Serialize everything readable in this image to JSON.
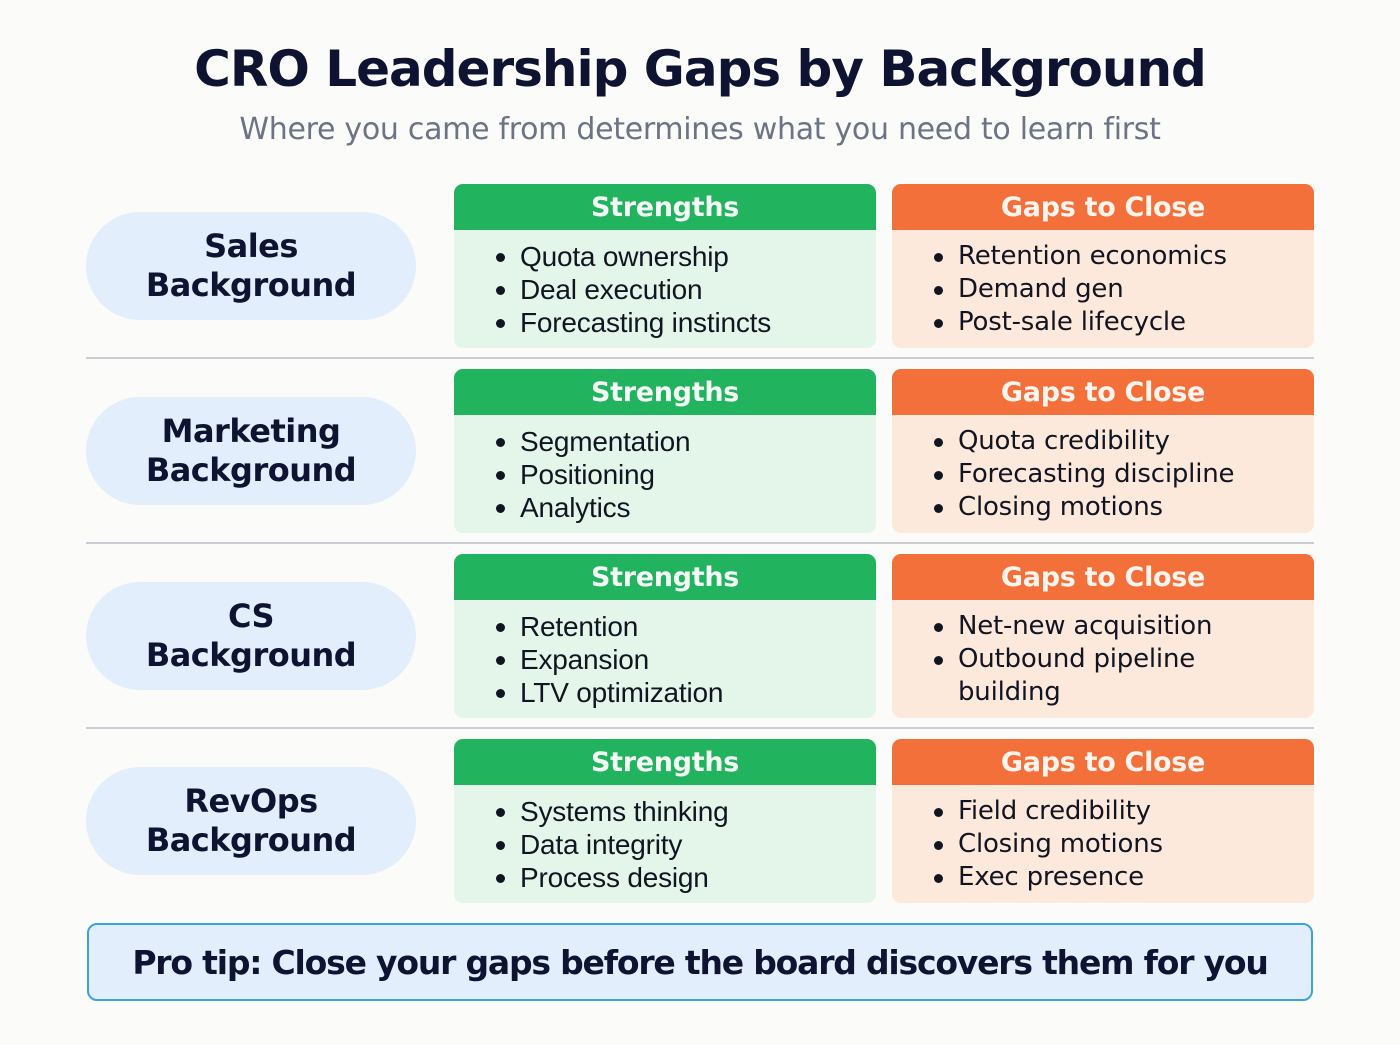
{
  "header": {
    "title": "CRO Leadership Gaps by Background",
    "subtitle": "Where you came from determines what you need to learn first"
  },
  "colors": {
    "strengths_header": "#22b35e",
    "strengths_body": "#e3f6e9",
    "gaps_header": "#f4703a",
    "gaps_body": "#fde9dc",
    "pill": "#e2eefc",
    "tip_border": "#3aa3e0",
    "divider": "#c9ccd2"
  },
  "rows": [
    {
      "label": "Sales\nBackground",
      "strengths": {
        "heading": "Strengths",
        "items": [
          "Quota ownership",
          "Deal execution",
          "Forecasting instincts"
        ]
      },
      "gaps": {
        "heading": "Gaps to Close",
        "items": [
          "Retention economics",
          "Demand gen",
          "Post-sale lifecycle"
        ]
      }
    },
    {
      "label": "Marketing\nBackground",
      "strengths": {
        "heading": "Strengths",
        "items": [
          "Segmentation",
          "Positioning",
          "Analytics"
        ]
      },
      "gaps": {
        "heading": "Gaps to Close",
        "items": [
          "Quota credibility",
          "Forecasting discipline",
          "Closing motions"
        ]
      }
    },
    {
      "label": "CS\nBackground",
      "strengths": {
        "heading": "Strengths",
        "items": [
          "Retention",
          "Expansion",
          "LTV optimization"
        ]
      },
      "gaps": {
        "heading": "Gaps to Close",
        "items": [
          "Net-new acquisition",
          "Outbound pipeline building"
        ]
      }
    },
    {
      "label": "RevOps\nBackground",
      "strengths": {
        "heading": "Strengths",
        "items": [
          "Systems thinking",
          "Data integrity",
          "Process design"
        ]
      },
      "gaps": {
        "heading": "Gaps to Close",
        "items": [
          "Field credibility",
          "Closing motions",
          "Exec presence"
        ]
      }
    }
  ],
  "footer": {
    "tip": "Pro tip: Close your gaps before the board discovers them for you"
  }
}
